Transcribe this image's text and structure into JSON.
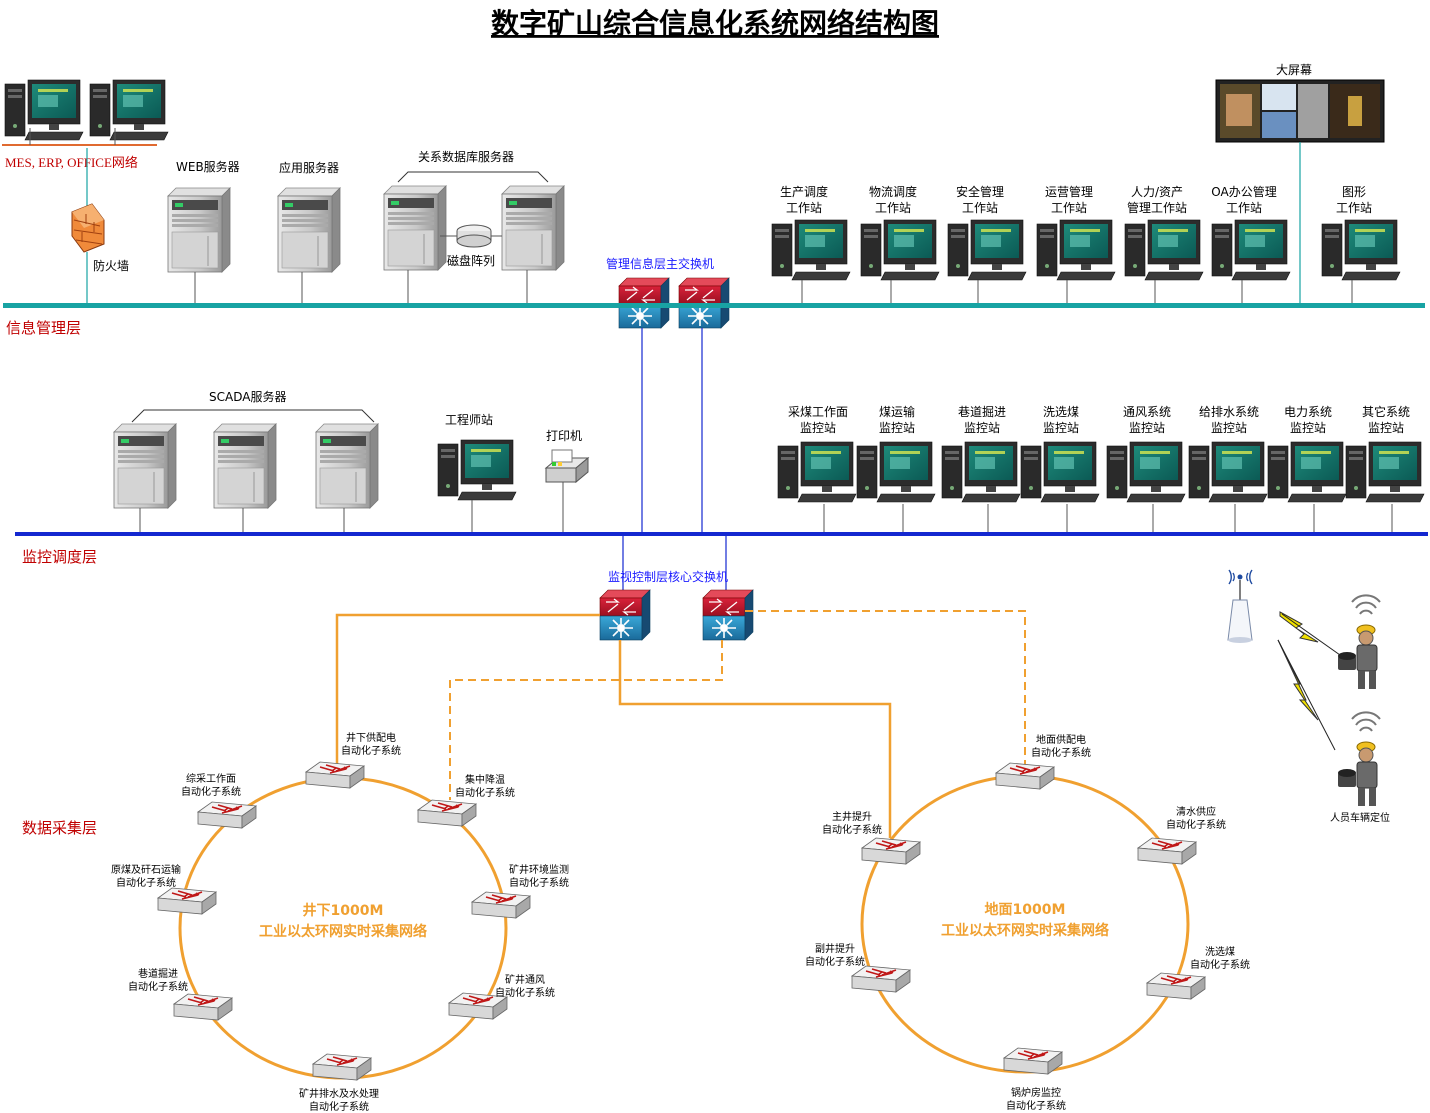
{
  "title": "数字矿山综合信息化系统网络结构图",
  "colors": {
    "info_bus": "#18a3a3",
    "monitor_bus": "#1428d0",
    "ring": "#f0a030",
    "layer_label": "#c00000",
    "switch_label": "#1a1aff"
  },
  "layers": {
    "info": "信息管理层",
    "monitor": "监控调度层",
    "data": "数据采集层"
  },
  "top_left": {
    "network_label": "MES, ERP, OFFICE网络",
    "firewall": "防火墙"
  },
  "servers": {
    "web": "WEB服务器",
    "app": "应用服务器",
    "db": "关系数据库服务器",
    "disk": "磁盘阵列",
    "scada": "SCADA服务器"
  },
  "switches": {
    "mgmt": "管理信息层主交换机",
    "core": "监视控制层核心交换机"
  },
  "big_screen": "大屏幕",
  "mgmt_stations": [
    {
      "l1": "生产调度",
      "l2": "工作站"
    },
    {
      "l1": "物流调度",
      "l2": "工作站"
    },
    {
      "l1": "安全管理",
      "l2": "工作站"
    },
    {
      "l1": "运营管理",
      "l2": "工作站"
    },
    {
      "l1": "人力/资产",
      "l2": "管理工作站"
    },
    {
      "l1": "OA办公管理",
      "l2": "工作站"
    },
    {
      "l1": "图形",
      "l2": "工作站"
    }
  ],
  "engineer": "工程师站",
  "printer": "打印机",
  "monitor_stations": [
    {
      "l1": "采煤工作面",
      "l2": "监控站"
    },
    {
      "l1": "煤运输",
      "l2": "监控站"
    },
    {
      "l1": "巷道掘进",
      "l2": "监控站"
    },
    {
      "l1": "洗选煤",
      "l2": "监控站"
    },
    {
      "l1": "通风系统",
      "l2": "监控站"
    },
    {
      "l1": "给排水系统",
      "l2": "监控站"
    },
    {
      "l1": "电力系统",
      "l2": "监控站"
    },
    {
      "l1": "其它系统",
      "l2": "监控站"
    }
  ],
  "ring_left": {
    "l1": "井下1000M",
    "l2": "工业以太环网实时采集网络",
    "nodes": [
      {
        "l1": "井下供配电",
        "l2": "自动化子系统"
      },
      {
        "l1": "集中降温",
        "l2": "自动化子系统"
      },
      {
        "l1": "矿井环境监测",
        "l2": "自动化子系统"
      },
      {
        "l1": "矿井通风",
        "l2": "自动化子系统"
      },
      {
        "l1": "矿井排水及水处理",
        "l2": "自动化子系统"
      },
      {
        "l1": "巷道掘进",
        "l2": "自动化子系统"
      },
      {
        "l1": "原煤及矸石运输",
        "l2": "自动化子系统"
      },
      {
        "l1": "综采工作面",
        "l2": "自动化子系统"
      }
    ]
  },
  "ring_right": {
    "l1": "地面1000M",
    "l2": "工业以太环网实时采集网络",
    "nodes": [
      {
        "l1": "地面供配电",
        "l2": "自动化子系统"
      },
      {
        "l1": "清水供应",
        "l2": "自动化子系统"
      },
      {
        "l1": "洗选煤",
        "l2": "自动化子系统"
      },
      {
        "l1": "锅炉房监控",
        "l2": "自动化子系统"
      },
      {
        "l1": "副井提升",
        "l2": "自动化子系统"
      },
      {
        "l1": "主井提升",
        "l2": "自动化子系统"
      }
    ]
  },
  "personnel": "人员车辆定位"
}
